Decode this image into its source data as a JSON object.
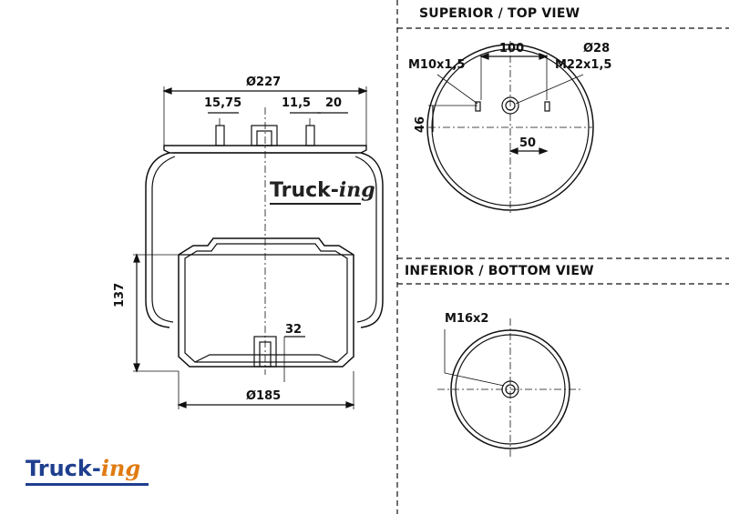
{
  "views": {
    "top_heading": "SUPERIOR / TOP VIEW",
    "bottom_heading": "INFERIOR / BOTTOM VIEW"
  },
  "side_view": {
    "dia_top": "Ø227",
    "dim_1575": "15,75",
    "dim_115": "11,5",
    "dim_20": "20",
    "height": "137",
    "dim_32": "32",
    "dia_bottom": "Ø185"
  },
  "top_view": {
    "spacing": "100",
    "dia_port": "Ø28",
    "thread_left": "M10x1,5",
    "thread_right": "M22x1,5",
    "offset_v": "46",
    "offset_h": "50"
  },
  "bottom_view": {
    "thread": "M16x2"
  },
  "brand": {
    "main": "Truck-",
    "suffix": "ing",
    "color_main": "#1f3f8f",
    "color_suffix": "#e07a10"
  }
}
